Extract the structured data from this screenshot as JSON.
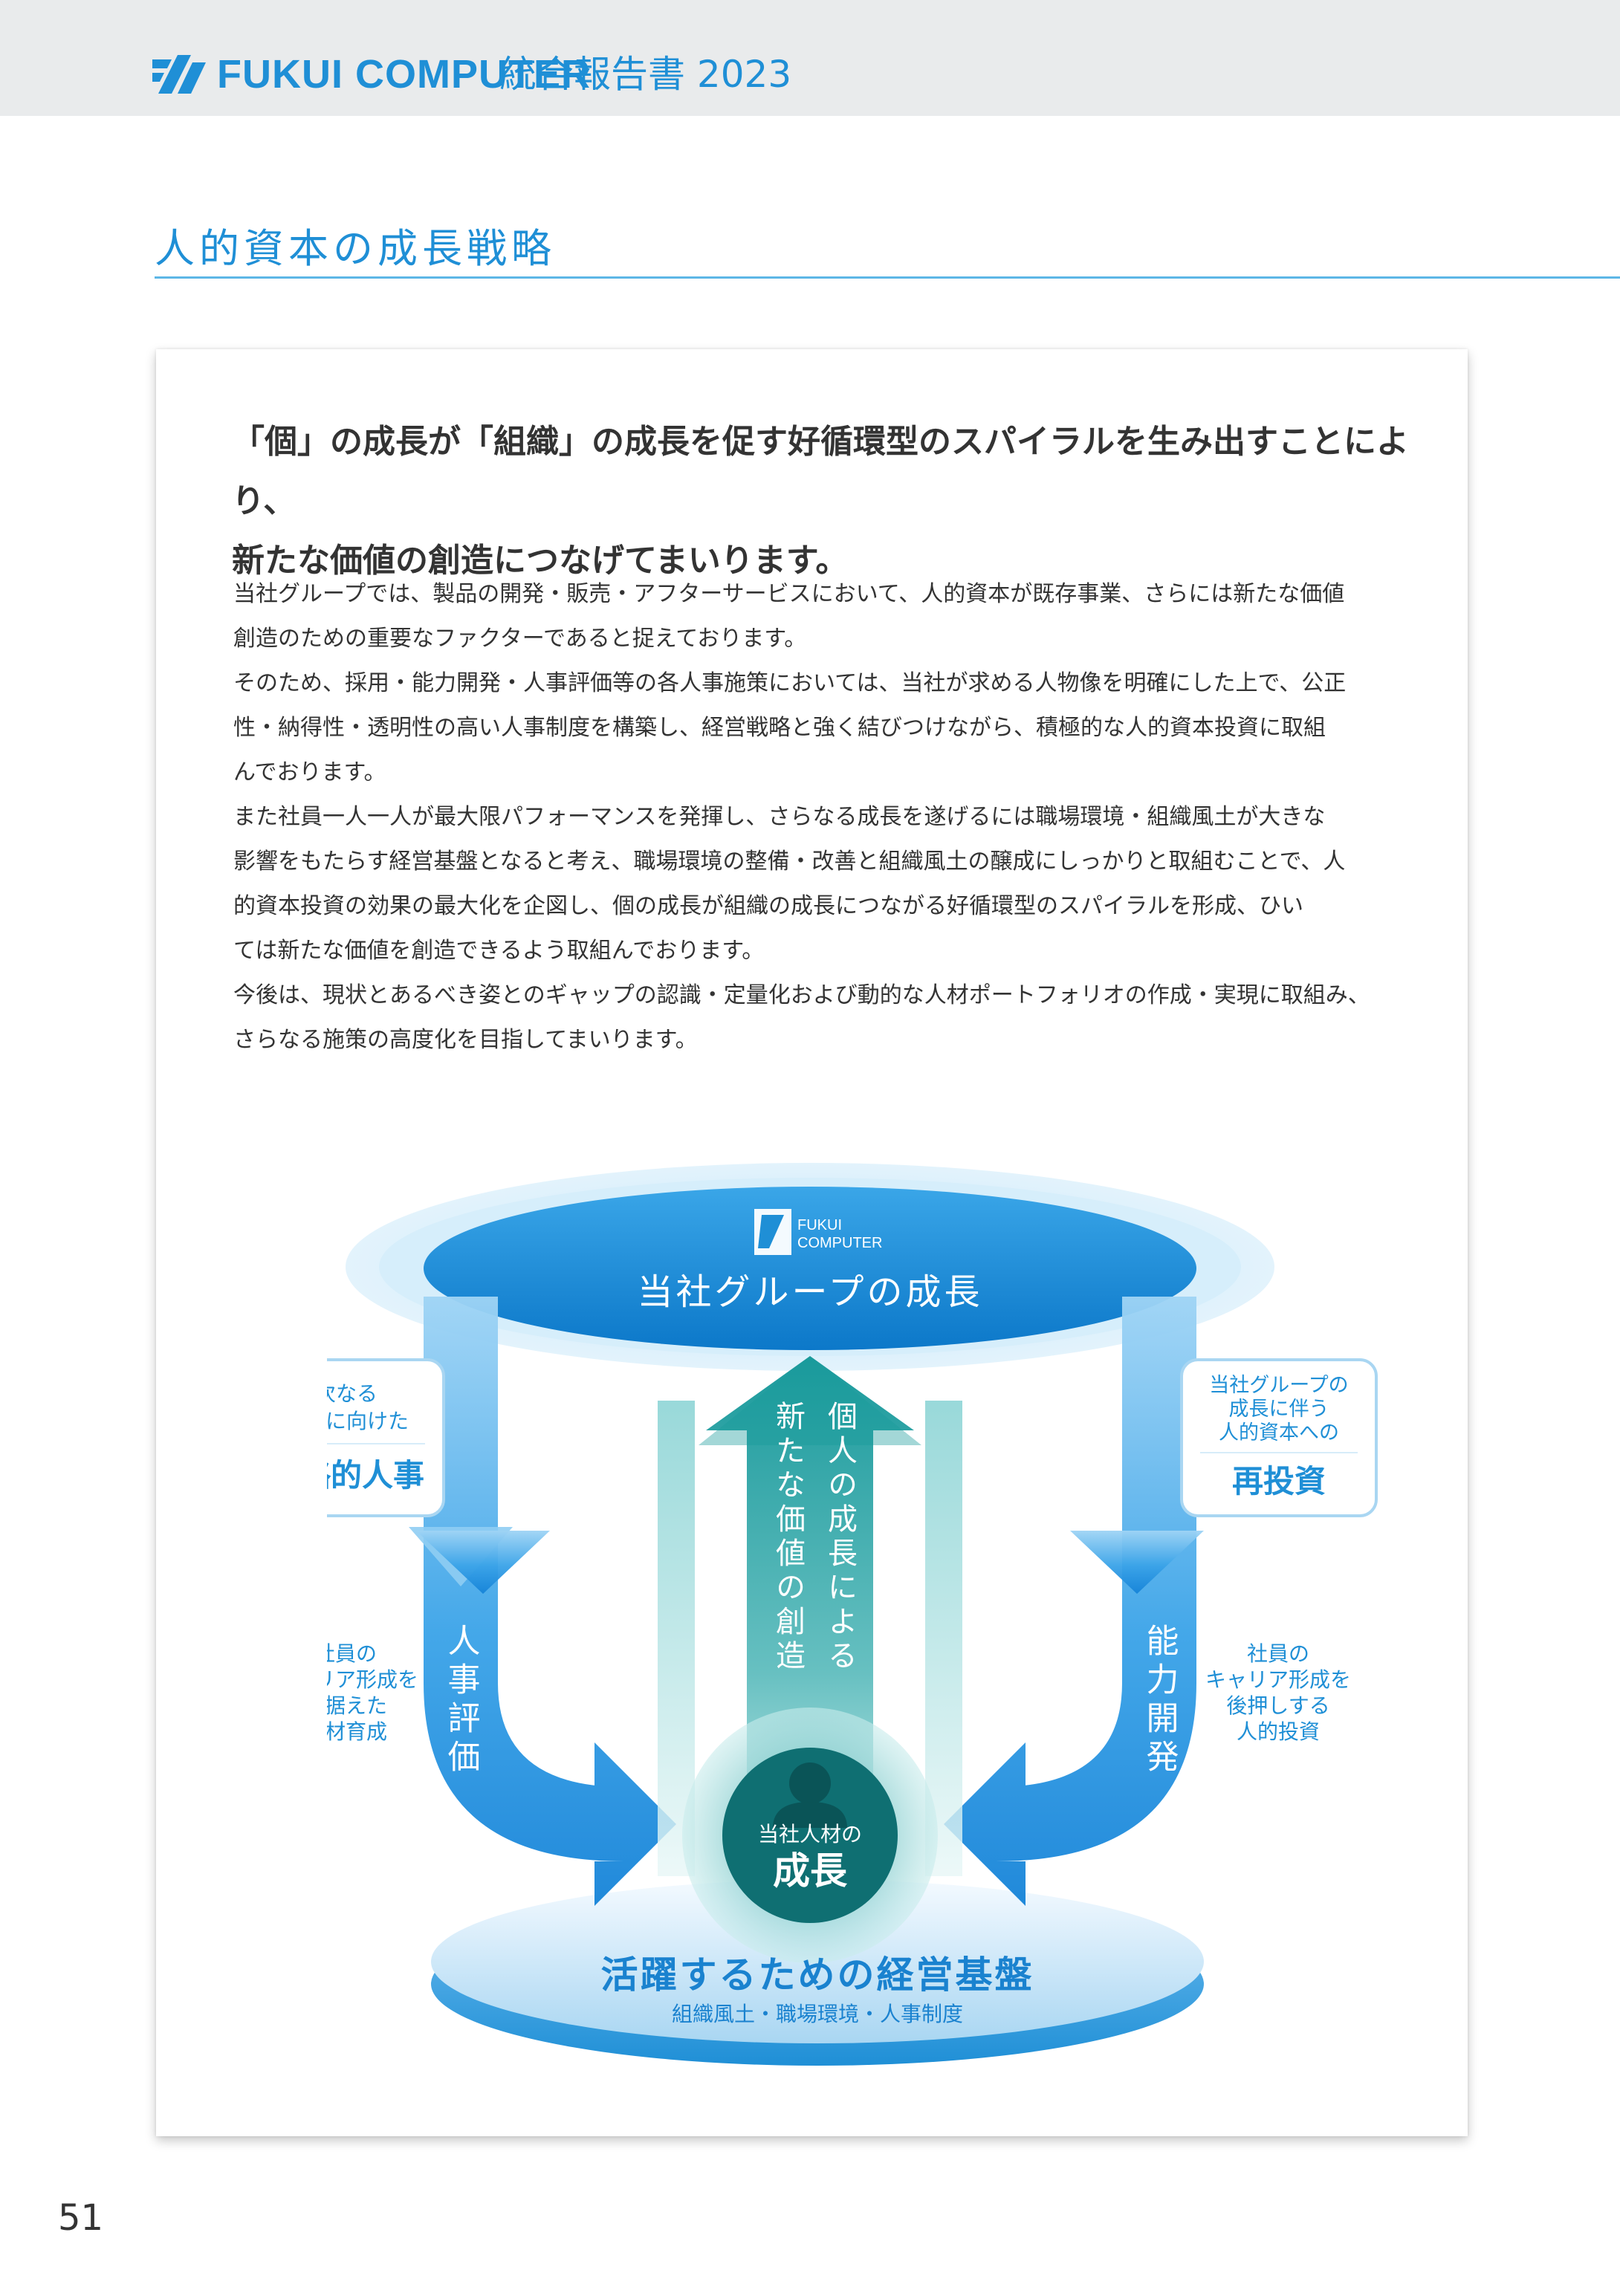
{
  "header": {
    "brand": "FUKUI COMPUTER",
    "report_title": "統合報告書 2023"
  },
  "section_title": "人的資本の成長戦略",
  "lead": [
    "「個」の成長が「組織」の成長を促す好循環型のスパイラルを生み出すことにより、",
    "新たな価値の創造につなげてまいります。"
  ],
  "body": [
    "当社グループでは、製品の開発・販売・アフターサービスにおいて、人的資本が既存事業、さらには新たな価値",
    "創造のための重要なファクターであると捉えております。",
    "そのため、採用・能力開発・人事評価等の各人事施策においては、当社が求める人物像を明確にした上で、公正",
    "性・納得性・透明性の高い人事制度を構築し、経営戦略と強く結びつけながら、積極的な人的資本投資に取組",
    "んでおります。",
    "また社員一人一人が最大限パフォーマンスを発揮し、さらなる成長を遂げるには職場環境・組織風土が大きな",
    "影響をもたらす経営基盤となると考え、職場環境の整備・改善と組織風土の醸成にしっかりと取組むことで、人",
    "的資本投資の効果の最大化を企図し、個の成長が組織の成長につながる好循環型のスパイラルを形成、ひい",
    "ては新たな価値を創造できるよう取組んでおります。",
    "今後は、現状とあるべき姿とのギャップの認識・定量化および動的な人材ポートフォリオの作成・実現に取組み、",
    "さらなる施策の高度化を目指してまいります。"
  ],
  "diagram": {
    "logo_text_1": "FUKUI",
    "logo_text_2": "COMPUTER",
    "top_label": "当社グループの成長",
    "center_line_1": "個人の成長による",
    "center_line_2": "新たな価値の創造",
    "left_arrow_label": "人事評価",
    "right_arrow_label": "能力開発",
    "left_box": {
      "line1": "次なる",
      "line2": "成長に向けた",
      "emph": "戦略的人事"
    },
    "right_box": {
      "line1": "当社グループの",
      "line2": "成長に伴う",
      "line3": "人的資本への",
      "emph": "再投資"
    },
    "left_note": [
      "社員の",
      "キャリア形成を",
      "見据えた",
      "人材育成"
    ],
    "right_note": [
      "社員の",
      "キャリア形成を",
      "後押しする",
      "人的投資"
    ],
    "center_circle_small": "当社人材の",
    "center_circle_big": "成長",
    "bottom_label": "活躍するための経営基盤",
    "bottom_sub": "組織風土・職場環境・人事制度"
  },
  "page_number": "51",
  "colors": {
    "accent": "#1f8fd6",
    "teal": "#1a9a9c",
    "dark_teal": "#0f6f72"
  }
}
